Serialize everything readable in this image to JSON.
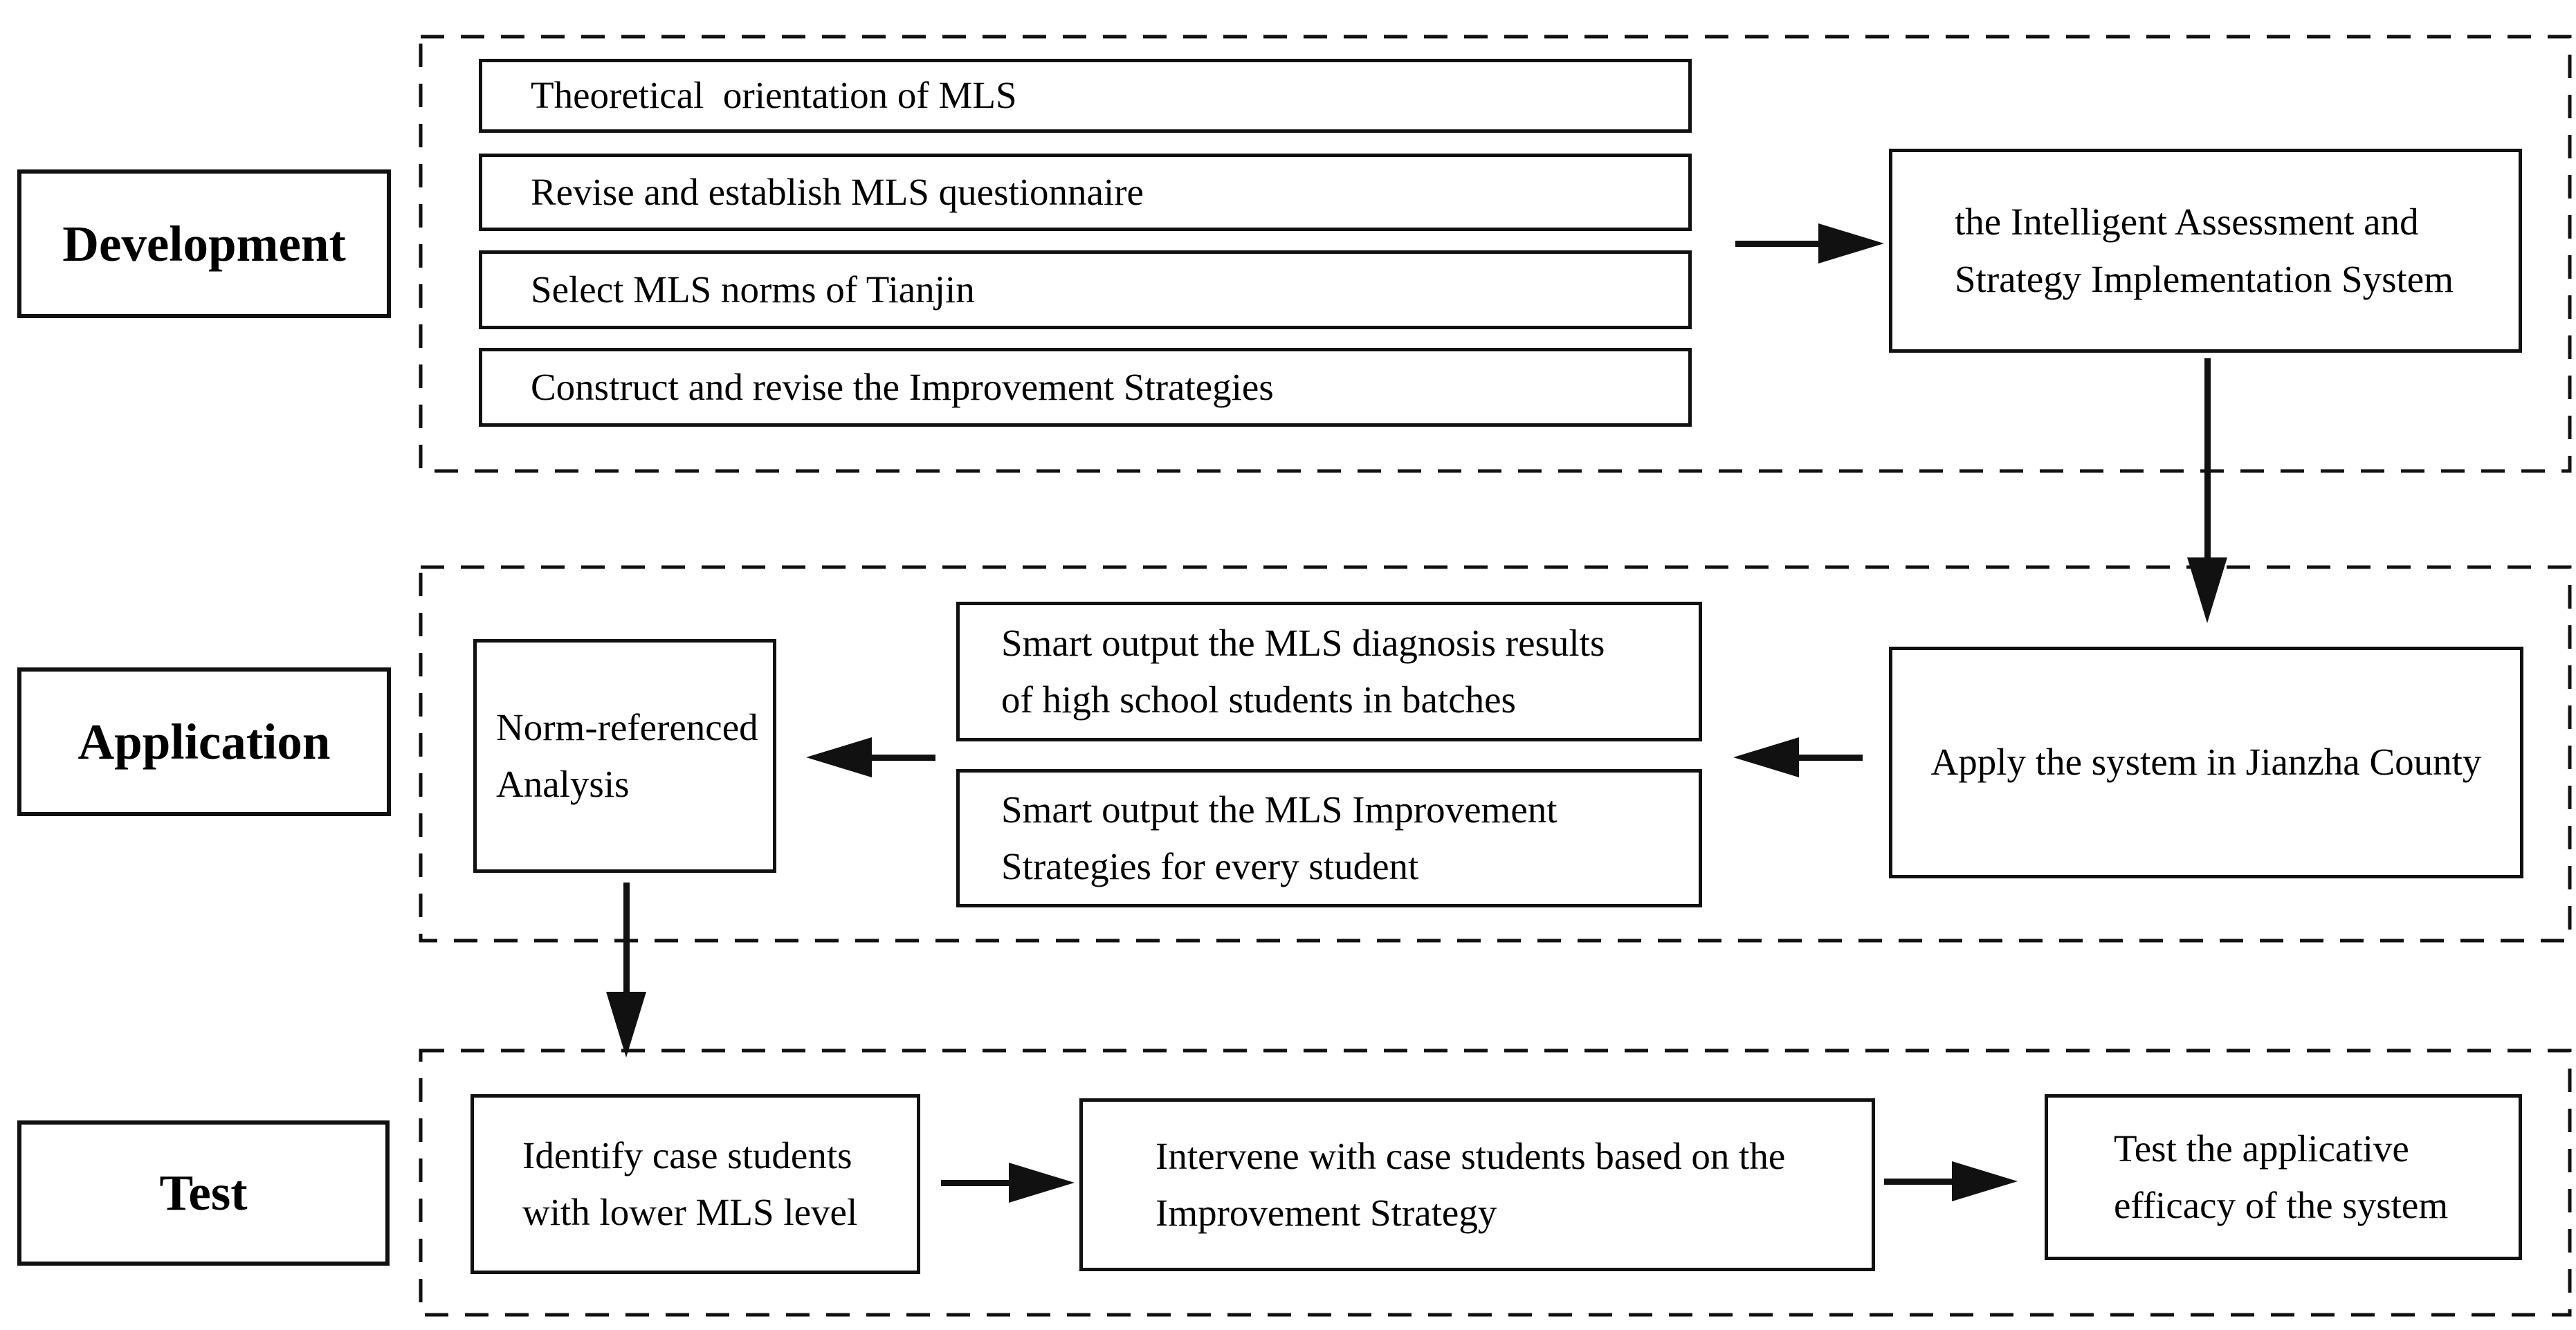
{
  "colors": {
    "ink": "#111111",
    "paper": "#ffffff"
  },
  "development": {
    "label": "Development",
    "steps": [
      "Theoretical  orientation of MLS",
      "Revise and establish MLS questionnaire",
      "Select MLS norms of Tianjin",
      "Construct and revise the Improvement Strategies"
    ],
    "system_box": {
      "line1": "the Intelligent Assessment and",
      "line2": "Strategy Implementation System"
    }
  },
  "application": {
    "label": "Application",
    "apply_box": "Apply the system in Jianzha County",
    "output_boxes": [
      {
        "line1": "Smart output the MLS diagnosis results",
        "line2": "of high school students in batches"
      },
      {
        "line1": "Smart output the MLS Improvement",
        "line2": "Strategies for every student"
      }
    ],
    "analysis_box": {
      "line1": "Norm-referenced",
      "line2": "Analysis"
    }
  },
  "test": {
    "label": "Test",
    "identify_box": {
      "line1": "Identify case students",
      "line2": "with lower MLS level"
    },
    "intervene_box": {
      "line1": "Intervene with case students based on the",
      "line2": "Improvement Strategy"
    },
    "efficacy_box": {
      "line1": "Test the applicative",
      "line2": "efficacy of the system"
    }
  }
}
